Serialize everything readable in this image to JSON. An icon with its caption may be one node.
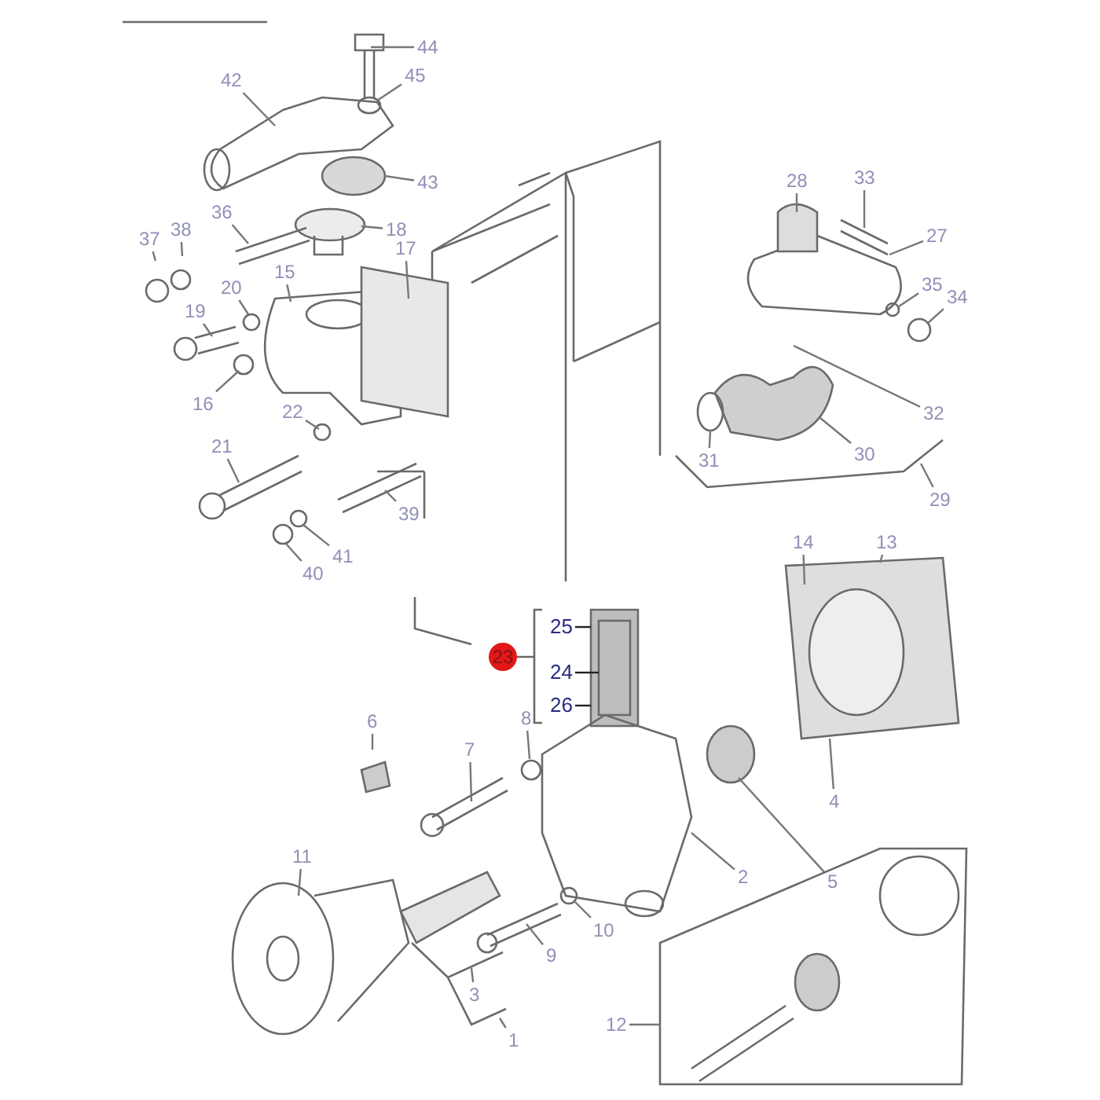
{
  "diagram": {
    "nodes": [
      {
        "text": [
          "44"
        ]
      },
      {
        "text": [
          "45"
        ]
      },
      {
        "text": [
          "42"
        ]
      },
      {
        "text": [
          "43"
        ]
      },
      {
        "text": [
          "18"
        ]
      },
      {
        "text": [
          "36"
        ]
      },
      {
        "text": [
          "38"
        ]
      },
      {
        "text": [
          "37"
        ]
      },
      {
        "text": [
          "20"
        ]
      },
      {
        "text": [
          "15"
        ]
      },
      {
        "text": [
          "17"
        ]
      },
      {
        "text": [
          "19"
        ]
      },
      {
        "text": [
          "16"
        ]
      },
      {
        "text": [
          "22"
        ]
      },
      {
        "text": [
          "21"
        ]
      },
      {
        "text": [
          "39"
        ]
      },
      {
        "text": [
          "41"
        ]
      },
      {
        "text": [
          "40"
        ]
      },
      {
        "text": [
          "28"
        ]
      },
      {
        "text": [
          "33"
        ]
      },
      {
        "text": [
          "27"
        ]
      },
      {
        "text": [
          "35"
        ]
      },
      {
        "text": [
          "34"
        ]
      },
      {
        "text": [
          "32"
        ]
      },
      {
        "text": [
          "31"
        ]
      },
      {
        "text": [
          "30"
        ]
      },
      {
        "text": [
          "29"
        ]
      },
      {
        "text": [
          "14"
        ]
      },
      {
        "text": [
          "13"
        ]
      },
      {
        "text": [
          "25"
        ]
      },
      {
        "text": [
          "24"
        ]
      },
      {
        "text": [
          "26"
        ]
      },
      {
        "text": [
          "23"
        ]
      },
      {
        "text": [
          "6"
        ]
      },
      {
        "text": [
          "7"
        ]
      },
      {
        "text": [
          "8"
        ]
      },
      {
        "text": [
          "4"
        ]
      },
      {
        "text": [
          "5"
        ]
      },
      {
        "text": [
          "2"
        ]
      },
      {
        "text": [
          "11"
        ]
      },
      {
        "text": [
          "9"
        ]
      },
      {
        "text": [
          "10"
        ]
      },
      {
        "text": [
          "3"
        ]
      },
      {
        "text": [
          "1"
        ]
      },
      {
        "text": [
          "12"
        ]
      }
    ],
    "edges": [
      {
        "from": 0,
        "to": null,
        "arrow": "none"
      },
      {
        "from": 1,
        "to": null,
        "arrow": "none"
      },
      {
        "from": 2,
        "to": null,
        "arrow": "none"
      },
      {
        "from": 3,
        "to": null,
        "arrow": "none"
      },
      {
        "from": 4,
        "to": null,
        "arrow": "none"
      },
      {
        "from": 5,
        "to": null,
        "arrow": "none"
      },
      {
        "from": 6,
        "to": null,
        "arrow": "none"
      },
      {
        "from": 7,
        "to": null,
        "arrow": "none"
      },
      {
        "from": 8,
        "to": null,
        "arrow": "none"
      },
      {
        "from": 9,
        "to": null,
        "arrow": "none"
      },
      {
        "from": 10,
        "to": null,
        "arrow": "none"
      },
      {
        "from": 11,
        "to": null,
        "arrow": "none"
      },
      {
        "from": 12,
        "to": null,
        "arrow": "none"
      },
      {
        "from": 13,
        "to": null,
        "arrow": "none"
      },
      {
        "from": 14,
        "to": null,
        "arrow": "none"
      },
      {
        "from": 15,
        "to": null,
        "arrow": "none"
      },
      {
        "from": 16,
        "to": null,
        "arrow": "none"
      },
      {
        "from": 17,
        "to": null,
        "arrow": "none"
      },
      {
        "from": 18,
        "to": null,
        "arrow": "none"
      },
      {
        "from": 19,
        "to": null,
        "arrow": "none"
      },
      {
        "from": 20,
        "to": null,
        "arrow": "none"
      },
      {
        "from": 21,
        "to": null,
        "arrow": "none"
      },
      {
        "from": 22,
        "to": null,
        "arrow": "none"
      },
      {
        "from": 23,
        "to": null,
        "arrow": "none"
      },
      {
        "from": 24,
        "to": null,
        "arrow": "none"
      },
      {
        "from": 25,
        "to": null,
        "arrow": "none"
      },
      {
        "from": 26,
        "to": null,
        "arrow": "none"
      },
      {
        "from": 27,
        "to": null,
        "arrow": "none"
      },
      {
        "from": 28,
        "to": null,
        "arrow": "none"
      },
      {
        "from": 29,
        "to": null,
        "arrow": "none"
      },
      {
        "from": 30,
        "to": null,
        "arrow": "none"
      },
      {
        "from": 31,
        "to": null,
        "arrow": "none"
      },
      {
        "from": 33,
        "to": null,
        "arrow": "none"
      },
      {
        "from": 34,
        "to": null,
        "arrow": "none"
      },
      {
        "from": 35,
        "to": null,
        "arrow": "none"
      },
      {
        "from": 36,
        "to": null,
        "arrow": "none"
      },
      {
        "from": 37,
        "to": null,
        "arrow": "none"
      },
      {
        "from": 38,
        "to": null,
        "arrow": "none"
      },
      {
        "from": 39,
        "to": null,
        "arrow": "none"
      },
      {
        "from": 40,
        "to": null,
        "arrow": "none"
      },
      {
        "from": 41,
        "to": null,
        "arrow": "none"
      },
      {
        "from": 42,
        "to": null,
        "arrow": "none"
      },
      {
        "from": 43,
        "to": null,
        "arrow": "none"
      },
      {
        "from": 44,
        "to": null,
        "arrow": "none"
      }
    ]
  }
}
